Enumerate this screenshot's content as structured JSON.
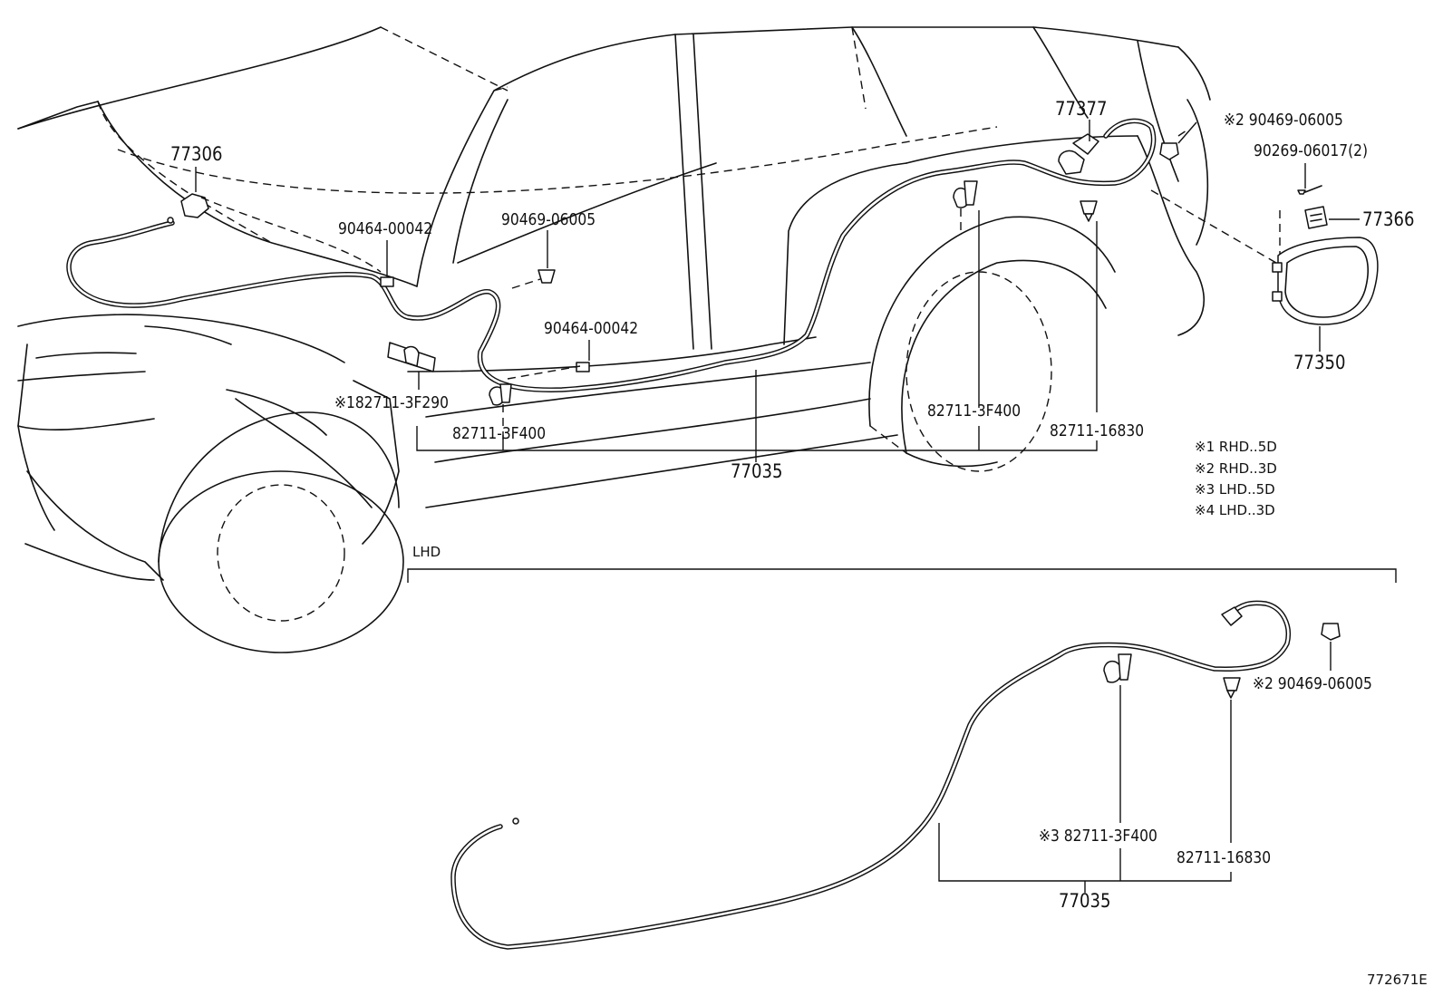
{
  "labels": {
    "washer_nozzle": "77306",
    "grommet_front": "90464-00042",
    "clip_upper": "90469-06005",
    "grommet_mid": "90464-00042",
    "clamp_rhd5d": "※182711-3F290",
    "clamp_front": "82711-3F400",
    "cable_main": "77035",
    "clamp_rear": "82711-3F400",
    "clamp_rear2": "82711-16830",
    "lock_assy": "77377",
    "clip_rhd3d": "※2 90469-06005",
    "screw": "90269-06017(2)",
    "spring": "77366",
    "fuel_lid": "77350",
    "lhd_section": "LHD",
    "lhd_clip": "※2 90469-06005",
    "lhd_clamp": "※3 82711-3F400",
    "lhd_clamp2": "82711-16830",
    "lhd_cable": "77035",
    "figure_id": "772671E"
  },
  "legend": [
    {
      "code": "※1",
      "text": "RHD..5D"
    },
    {
      "code": "※2",
      "text": "RHD..3D"
    },
    {
      "code": "※3",
      "text": "LHD..5D"
    },
    {
      "code": "※4",
      "text": "LHD..3D"
    }
  ]
}
